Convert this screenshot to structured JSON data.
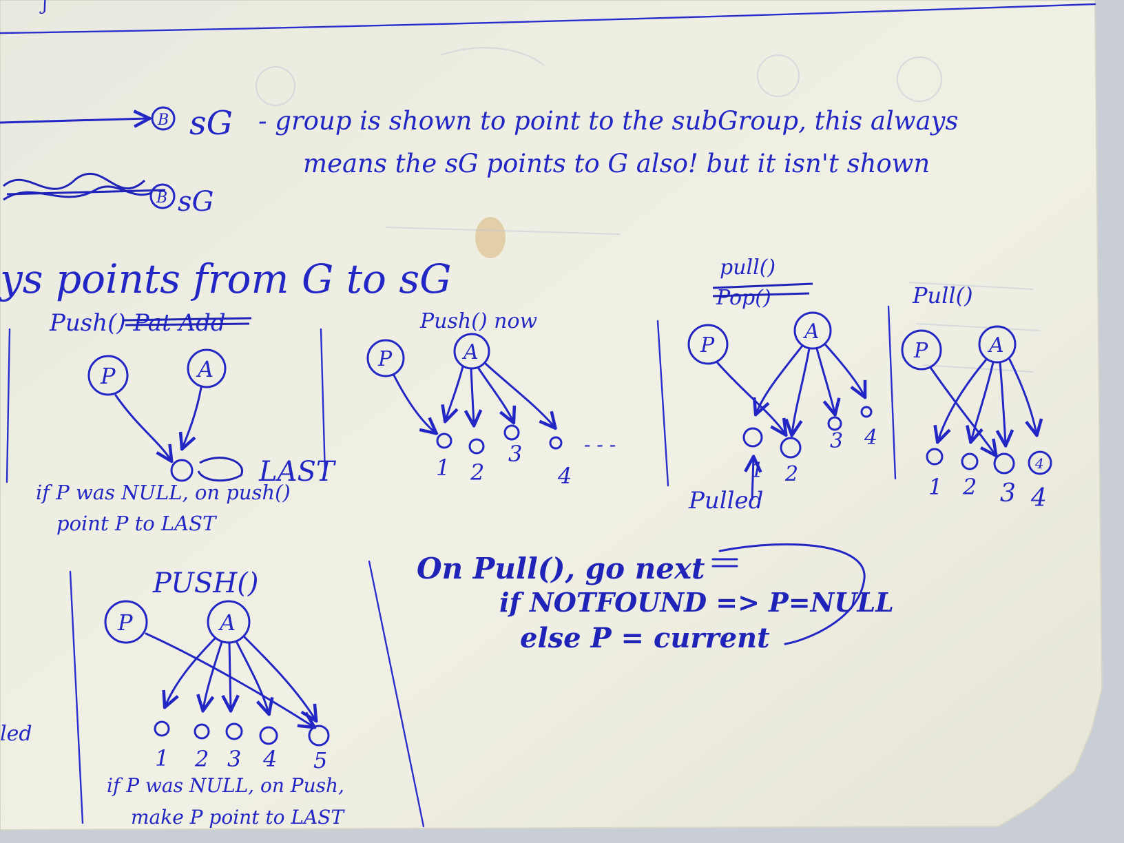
{
  "header": {
    "arrow_node_label": "B",
    "arrow_target_label": "sG",
    "note_line1": "- group is shown to point to the subGroup, this always",
    "note_line2": "means the sG points to G also! but it isn't shown",
    "struck_node_label": "B",
    "struck_target_label": "sG",
    "title_line": "ys points from G to sG"
  },
  "panel1": {
    "heading_struck": "Push() Pat Add",
    "node_p": "P",
    "node_a": "A",
    "last_label": "LAST",
    "note_line1": "if P was NULL, on push()",
    "note_line2": "point P to LAST"
  },
  "panel2": {
    "heading": "Push() now",
    "node_p": "P",
    "node_a": "A",
    "numbers": [
      "1",
      "2",
      "3",
      "4"
    ],
    "trail": "- - -"
  },
  "panel3": {
    "heading": "pull()",
    "heading_struck": "Pop()",
    "node_p": "P",
    "node_a": "A",
    "numbers": [
      "1",
      "2",
      "3",
      "4"
    ],
    "pulled_label": "Pulled"
  },
  "panel4": {
    "heading": "Pull()",
    "node_p": "P",
    "node_a": "A",
    "numbers": [
      "1",
      "2",
      "3",
      "4"
    ],
    "circled_index": "4"
  },
  "panel5": {
    "heading": "PUSH()",
    "node_p": "P",
    "node_a": "A",
    "numbers": [
      "1",
      "2",
      "3",
      "4",
      "5"
    ],
    "left_fragment": "led",
    "note_line1": "if P was NULL, on Push,",
    "note_line2": "make P point to LAST"
  },
  "rule_note": {
    "line1": "On Pull(), go next",
    "line2": "if NOTFOUND => P=NULL",
    "line3": "else P = current"
  },
  "colors": {
    "ink": "#2226c4",
    "paper": "#eeeee2",
    "background": "#c9cdd6"
  }
}
